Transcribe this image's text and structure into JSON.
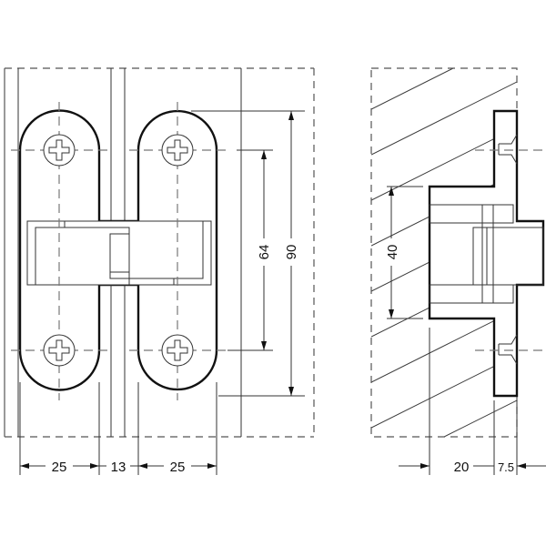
{
  "front_view": {
    "dimensions": {
      "plate_width_left": "25",
      "gap": "13",
      "plate_width_right": "25",
      "screw_spacing": "64",
      "overall_height": "90"
    }
  },
  "side_view": {
    "dimensions": {
      "body_height": "40",
      "body_depth": "20",
      "flange_depth": "7.5"
    }
  }
}
